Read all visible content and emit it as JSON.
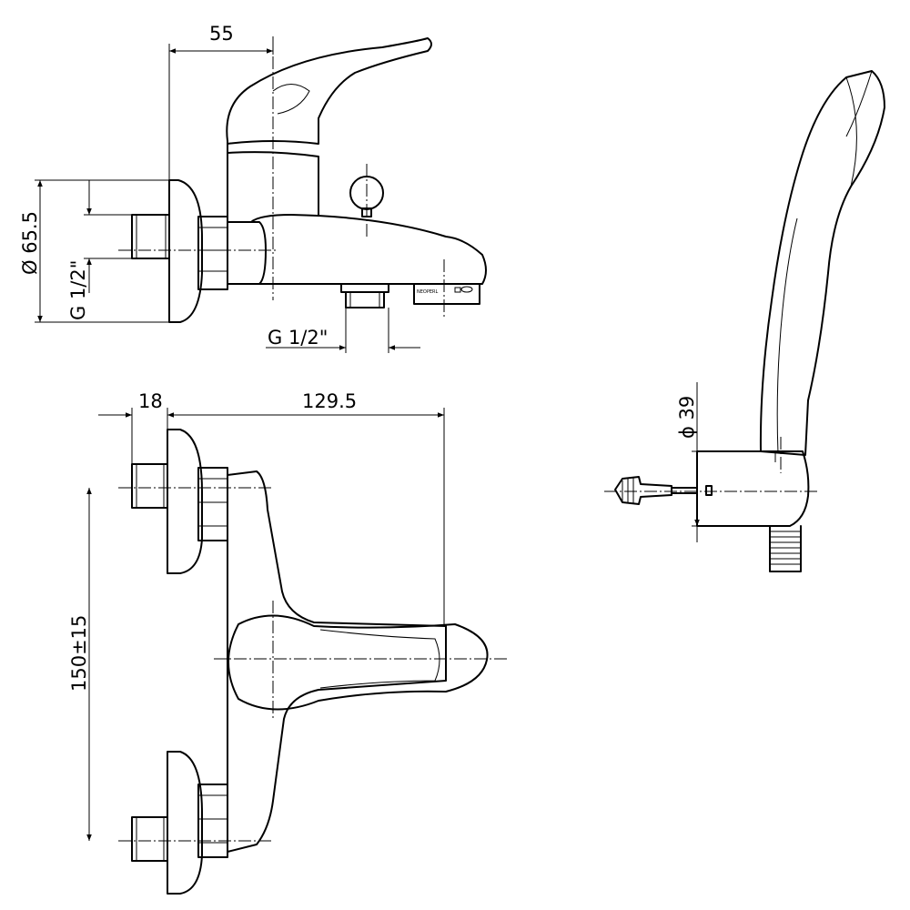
{
  "dimensions": {
    "top_width": "55",
    "dia_65": "Ø 65.5",
    "thread_side": "G 1/2\"",
    "thread_bottom": "G 1/2\"",
    "offset_18": "18",
    "length_129": "129.5",
    "center_150": "150±15",
    "dia_39": "ϕ 39"
  },
  "stamp": {
    "brand": "NEOPERL"
  }
}
